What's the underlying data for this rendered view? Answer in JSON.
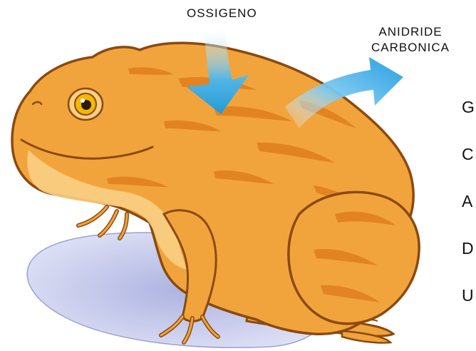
{
  "labels": {
    "oxygen": "OSSIGENO",
    "carbon_dioxide_line1": "ANIDRIDE",
    "carbon_dioxide_line2": "CARBONICA"
  },
  "side_letters": [
    "G",
    "C",
    "A",
    "D",
    "U"
  ],
  "colors": {
    "frog_body": "#f2a43c",
    "frog_outline": "#8a4a10",
    "frog_stripes": "#e07e1e",
    "frog_belly": "#f9cf84",
    "eye_iris": "#f4b800",
    "shadow": "#c9cdec",
    "arrow_blue": "#2aa7e6"
  },
  "icons": [
    "frog-illustration",
    "oxygen-arrow-icon",
    "co2-arrow-icon"
  ]
}
